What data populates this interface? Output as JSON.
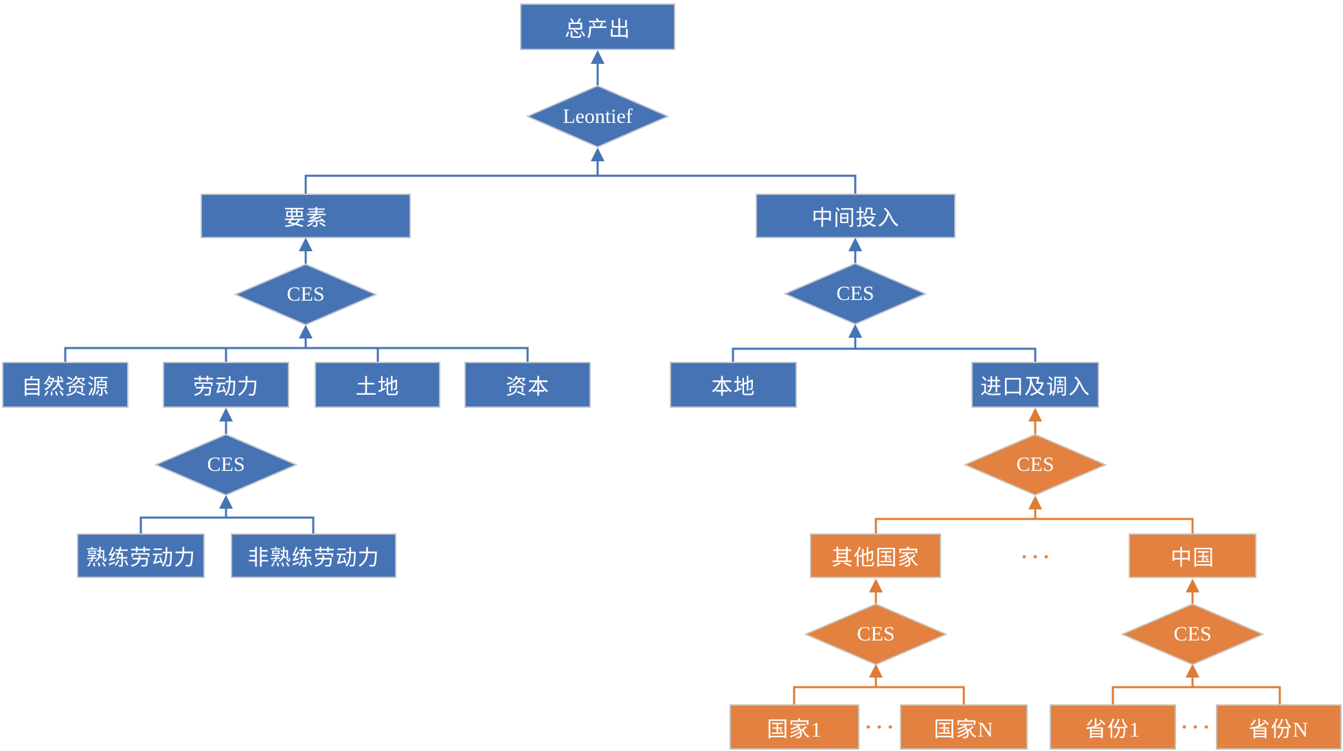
{
  "colors": {
    "node_blue": "#4673B4",
    "node_orange": "#E28140",
    "node_border": "#C4C5CB",
    "label_text": "#FFFFFF"
  },
  "nodes": {
    "total_output": "总产出",
    "leontief": "Leontief",
    "factors": "要素",
    "ces_factors": "CES",
    "natural_resources": "自然资源",
    "labor": "劳动力",
    "land": "土地",
    "capital": "资本",
    "ces_labor": "CES",
    "skilled_labor": "熟练劳动力",
    "unskilled_labor": "非熟练劳动力",
    "intermediate_input": "中间投入",
    "ces_intermediate": "CES",
    "local": "本地",
    "imported_and_transferred": "进口及调入",
    "ces_imported": "CES",
    "other_countries": "其他国家",
    "china": "中国",
    "ces_other_countries": "CES",
    "ces_china": "CES",
    "country_1": "国家1",
    "country_n": "国家N",
    "province_1": "省份1",
    "province_n": "省份N",
    "ellipsis_top": "···",
    "ellipsis_countries": "···",
    "ellipsis_provinces": "···"
  }
}
